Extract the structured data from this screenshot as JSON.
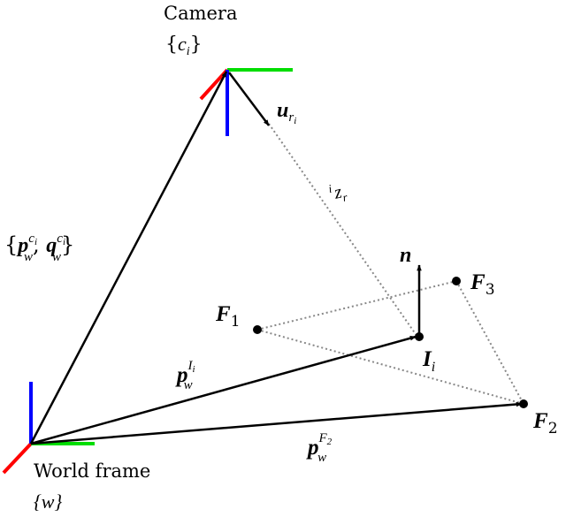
{
  "colors": {
    "axis_x": "#ff0000",
    "axis_y": "#00dd00",
    "axis_z": "#0000ff",
    "vector": "#000000",
    "dotted": "#888888"
  },
  "labels": {
    "camera": {
      "title": "Camera",
      "set_open": "{",
      "symbol": "c",
      "sub": "i",
      "set_close": "}"
    },
    "world": {
      "title": "World frame",
      "set_text": "{w}"
    },
    "pose": {
      "open": "{",
      "p": "p",
      "p_sup": "c",
      "p_sup_sub": "i",
      "p_sub": "w",
      "comma": ", ",
      "q": "q",
      "q_sup": "c",
      "q_sup_sub": "i",
      "q_sub": "w",
      "close": "}"
    },
    "u_ray": {
      "symbol": "u",
      "sub": "r",
      "sub_sub": "i"
    },
    "depth": {
      "pre_sub": "i",
      "symbol": "z",
      "sub": "r"
    },
    "normal": {
      "symbol": "n"
    },
    "p_I": {
      "symbol": "p",
      "sup": "I",
      "sup_sub": "i",
      "sub": "w"
    },
    "p_F2": {
      "symbol": "p",
      "sup": "F",
      "sup_sub": "2",
      "sub": "w"
    },
    "F1": {
      "symbol": "F",
      "sub": "1"
    },
    "F2": {
      "symbol": "F",
      "sub": "2"
    },
    "F3": {
      "symbol": "F",
      "sub": "3"
    },
    "I": {
      "symbol": "I",
      "sub": "i"
    }
  }
}
